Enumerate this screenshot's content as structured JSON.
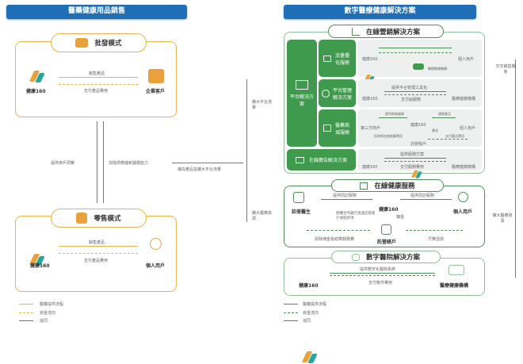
{
  "left": {
    "header": "醫藥健康用品銷售",
    "wholesale": {
      "title": "批發模式",
      "from": "健康160",
      "to": "企業客戶",
      "forward": "銷售產品",
      "back": "支付產品費用"
    },
    "retail": {
      "title": "零售模式",
      "from": "健康160",
      "to": "個人用戶",
      "forward": "銷售產品",
      "back": "支付產品費用"
    },
    "up_label": "提供用戶洞察",
    "down_label": "加強供應鏈和議價能力",
    "cross_label": "補充產品並擴大平台流量",
    "legend": [
      "醫藥提供流程",
      "資金流向",
      "協同"
    ]
  },
  "right": {
    "header": "數字醫療健康解決方案",
    "marketing": {
      "title": "在線營銷解決方案",
      "platform": "平台解決方案",
      "services": [
        "流量優化服務",
        "平台管理解決方案",
        "醫藥商城服務"
      ],
      "ads": "在線廣告解決方案",
      "row1": {
        "from": "健康160",
        "to": "個人用戶",
        "mid": "醫療健康機構"
      },
      "row2": {
        "from": "健康160",
        "to": "醫療健康機構",
        "forward": "提供平台管理工具包",
        "back": "支付給服務"
      },
      "row3": {
        "left": "第三方商戶",
        "center": "健康160",
        "right": "個人用戶",
        "account": "託管賬戶",
        "fwd_left": "提供商城服務",
        "fwd_right": "銷售產品",
        "pay_right": "支付產品費用",
        "pay_left": "扣除佣金後結算費用",
        "comm": "傭金"
      },
      "row4": {
        "from": "健康160",
        "to": "醫療健康機構",
        "forward": "提供服務方案",
        "back": "支付服務費用"
      }
    },
    "health": {
      "title": "在線健康服務",
      "doctor": "註冊醫生",
      "center": "健康160",
      "user": "個人用戶",
      "account": "託管賬戶",
      "serve_left": "提供問診服務",
      "serve_right": "提供問診服務",
      "bank": "授權合作銀行透過託管賬戶收取款項",
      "comm": "傭金",
      "settle": "扣除佣金後結算服務費",
      "pay": "付費諮詢"
    },
    "hospital": {
      "title": "數字醫院解決方案",
      "from": "健康160",
      "to": "醫療健康機構",
      "forward": "提供數字化醫院系統",
      "back": "支付軟件費用"
    },
    "legend": [
      "醫藥提供流程",
      "資金流向",
      "協同"
    ]
  },
  "flows": {
    "left_top": "擴大平台流量",
    "left_bottom": "擴大醫療資源",
    "right_top": "交叉銷售機會",
    "right_bottom": "擴大醫療資源"
  },
  "colors": {
    "blue": "#1f6fb8",
    "orange": "#e9b44c",
    "green": "#3f9a4d"
  }
}
